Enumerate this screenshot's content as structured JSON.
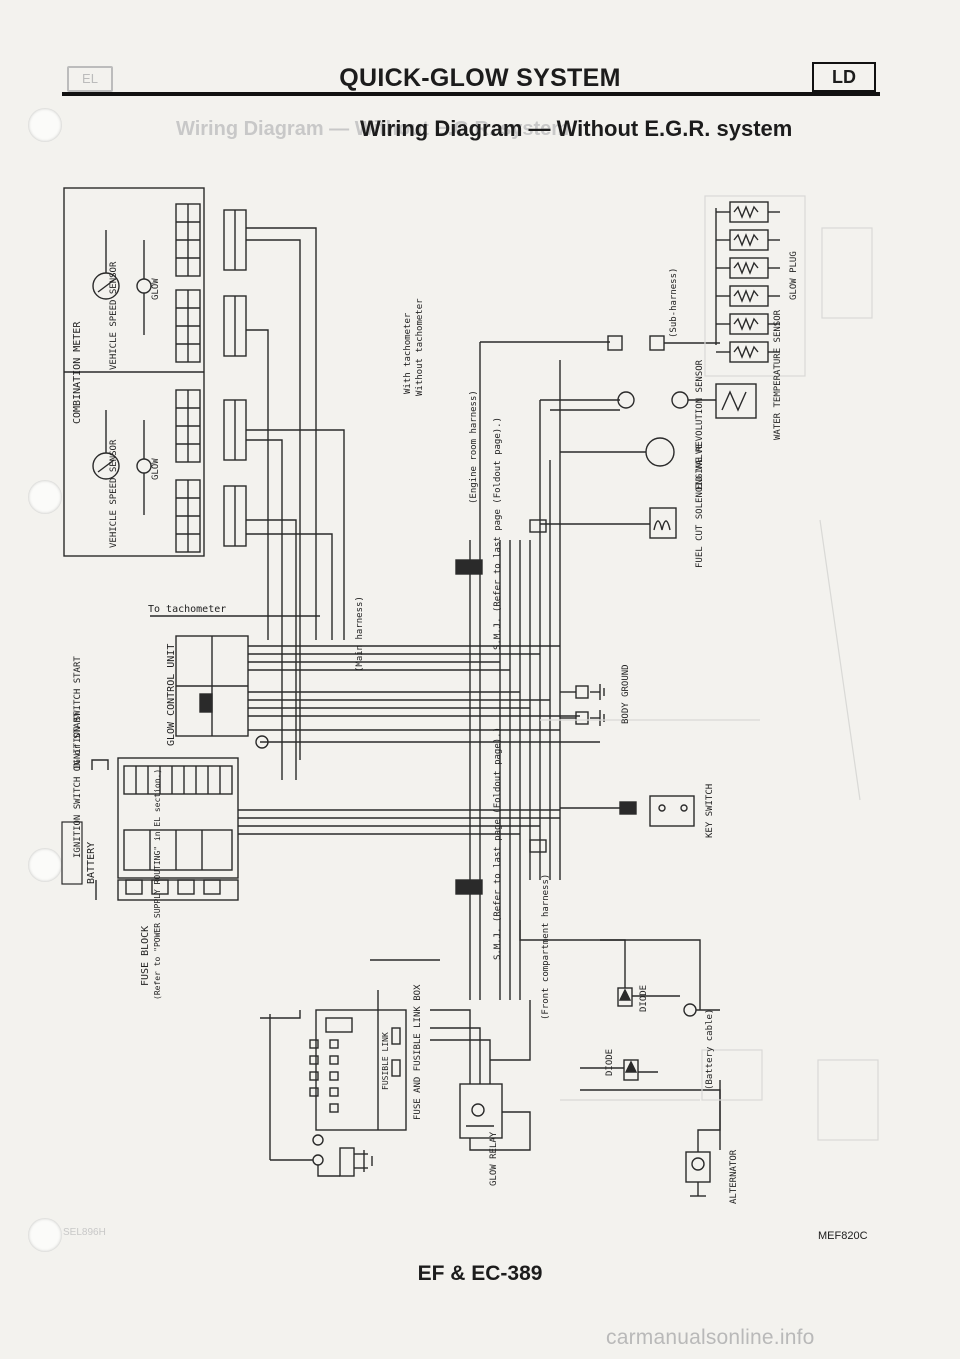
{
  "header": {
    "title": "QUICK-GLOW SYSTEM",
    "section_badge": "LD"
  },
  "subtitle": "Wiring Diagram — Without E.G.R. system",
  "components": {
    "battery": "BATTERY",
    "ign_on_start": "IGNITION SWITCH ON or START",
    "ign_start": "IGNITION SWITCH START",
    "fuse_block": "FUSE BLOCK",
    "fuse_block_note": "(Refer to \"POWER SUPPLY ROUTING\" in EL section.)",
    "glow_control_unit": "GLOW CONTROL UNIT",
    "combination_meter": "COMBINATION METER",
    "vehicle_speed_sensor": "VEHICLE SPEED SENSOR",
    "glow_lamp": "GLOW",
    "to_tachometer": "To tachometer",
    "with_tachometer": "With tachometer",
    "without_tachometer": "Without tachometer",
    "main_harness": "(Main harness)",
    "engine_room_harness": "(Engine room harness)",
    "sub_harness": "(Sub-harness)",
    "front_compartment_harness": "(Front compartment harness)",
    "battery_cable": "(Battery cable)",
    "smj_note": "S.M.J. (Refer to last page (Foldout page).)",
    "fuel_cut_valve": "FUEL CUT SOLENOID VALVE",
    "engine_rev_sensor": "ENGINE REVOLUTION SENSOR",
    "water_temp_sensor": "WATER TEMPERATURE SENSOR",
    "glow_plug": "GLOW PLUG",
    "body_ground": "BODY GROUND",
    "key_switch": "KEY SWITCH",
    "fuse_fusible_box": "FUSE AND FUSIBLE LINK BOX",
    "fusible_link": "FUSIBLE LINK",
    "glow_relay": "GLOW RELAY",
    "diode": "DIODE",
    "alternator": "ALTERNATOR"
  },
  "ghost_text": {
    "bleed_through": "Wiring Diagram — Without E.G.R. system",
    "corner": "SEL896H"
  },
  "footer": {
    "figure_code": "MEF820C",
    "page_number": "EF & EC-389",
    "watermark": "carmanualsonline.info"
  }
}
